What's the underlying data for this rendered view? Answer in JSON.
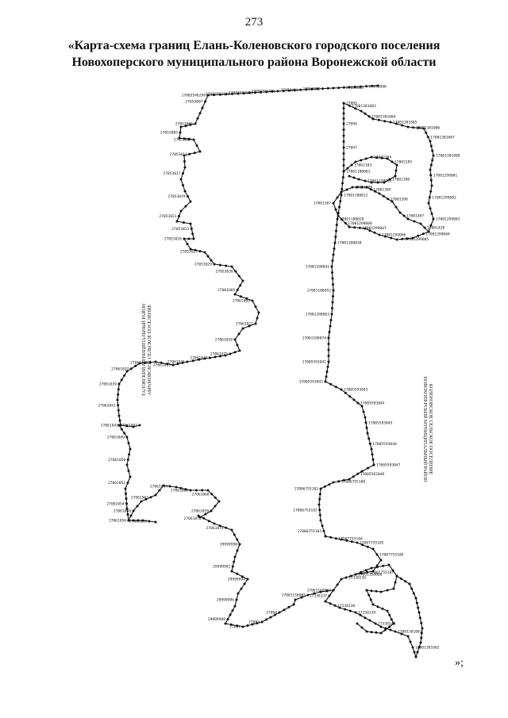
{
  "page": {
    "number": "273",
    "title_line_1": "«Карта-схема границ Елань-Коленовского городского поселения",
    "title_line_2": "Новохоперского муниципального района Воронежской области",
    "closing_mark": "»;"
  },
  "colors": {
    "ink": "#111111",
    "paper": "#ffffff"
  },
  "map": {
    "side_labels": {
      "left_line_1": "ТАЛОВСКИЙ МУНИЦИПАЛЬНЫЙ РАЙОН",
      "left_line_2": "АБРАМОВСКОЕ СЕЛЬСКОЕ ПОСЕЛЕНИЕ",
      "right_line_1": "НОВОХОПЕРСКИЙ МУНИЦИПАЛЬНЫЙ РАЙОН",
      "right_line_2": "КОЛЕНОВСКОЕ СЕЛЬСКОЕ ПОСЕЛЕНИЕ"
    },
    "point_labels": [
      "17003546299",
      "17003593188",
      "17003593099",
      "17003593096",
      "27053001",
      "27053002",
      "27053003",
      "27053008",
      "27053007",
      "27053006",
      "27053005",
      "27053004",
      "27053011",
      "27053017",
      "27053019",
      "27053021",
      "27053023",
      "27053026",
      "27053027",
      "27053029",
      "27053030",
      "27061005",
      "27061009",
      "27061012",
      "27061020",
      "27061025",
      "27061027",
      "27061031",
      "27061033",
      "27061035",
      "27061037",
      "27061039",
      "27061041",
      "27061043",
      "27061047",
      "27061049",
      "27061050",
      "27061052",
      "27061054",
      "27061056",
      "27061058",
      "27061060",
      "27061062",
      "27061064",
      "27061066",
      "27061068",
      "27061070",
      "27061072",
      "27061074",
      "29999990",
      "29999992",
      "29999994",
      "29999996",
      "29999998",
      "27092",
      "27093",
      "27094",
      "27095",
      "27096",
      "27097",
      "17001180001",
      "17001180012",
      "17001180020",
      "17001180030",
      "17001180041",
      "17001180052",
      "17001180063",
      "17001180074",
      "17005593041",
      "17005593042",
      "17005593043",
      "17005593044",
      "17005593045",
      "17005593046",
      "17005593047",
      "17005593048",
      "17006755100",
      "17006755101",
      "17006755102",
      "17006755103",
      "17007755104",
      "17007755105",
      "17007755106",
      "17007755107",
      "17338136",
      "17338137",
      "17338138",
      "17338139",
      "17338140",
      "17001381001",
      "17001381002",
      "17001381003",
      "17001381004",
      "17001381005",
      "17001381006",
      "17001381007",
      "17001381008",
      "17001299001",
      "17001299002",
      "17001299003",
      "17001299004",
      "17001299005",
      "17001299006",
      "17001299007",
      "17001299008",
      "17001387",
      "17001388",
      "17001389",
      "17001390",
      "17001407",
      "17001420",
      "17002183",
      "17002184",
      "17002185",
      "17002186",
      "17001158003",
      "17001158004",
      "17001158005",
      "17001158006"
    ]
  }
}
